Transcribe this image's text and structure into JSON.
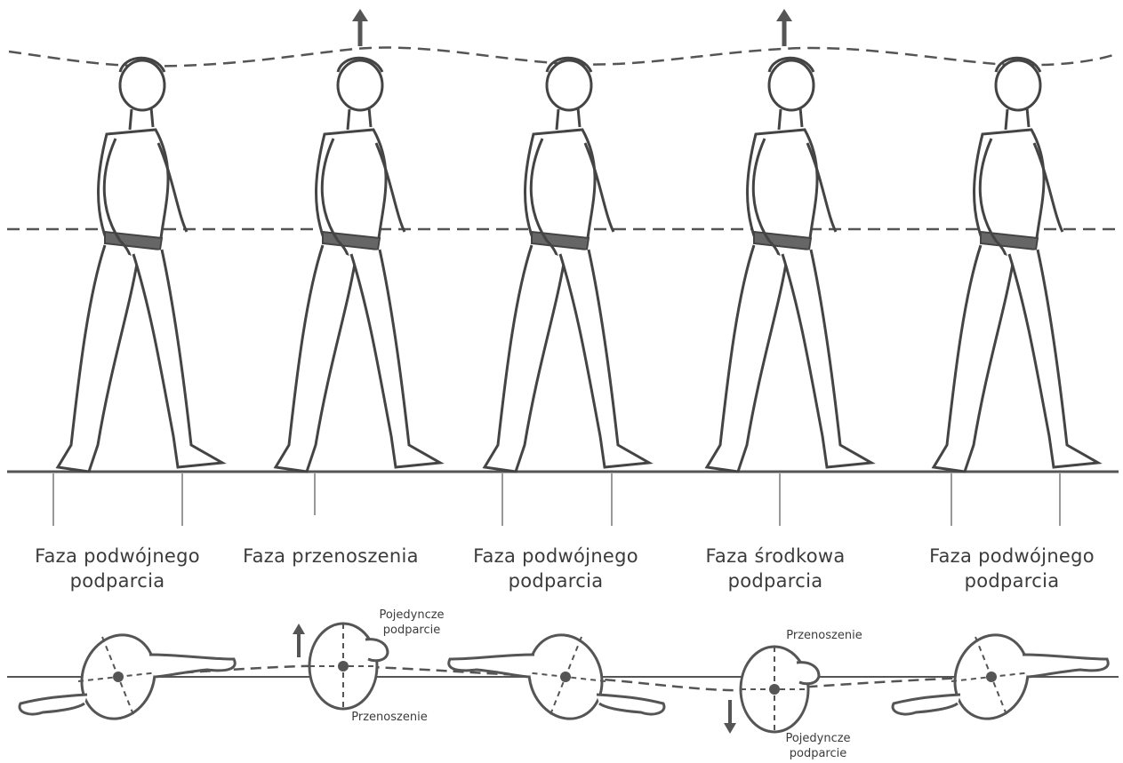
{
  "phases": [
    {
      "line1": "Faza podwójnego",
      "line2": "podparcia"
    },
    {
      "line1": "Faza przenoszenia",
      "line2": ""
    },
    {
      "line1": "Faza podwójnego",
      "line2": "podparcia"
    },
    {
      "line1": "Faza środkowa",
      "line2": "podparcia"
    },
    {
      "line1": "Faza podwójnego",
      "line2": "podparcia"
    }
  ],
  "foot_labels": {
    "single_support_a_line1": "Pojedyncze",
    "single_support_a_line2": "podparcie",
    "swing_a": "Przenoszenie",
    "swing_b": "Przenoszenie",
    "single_support_b_line1": "Pojedyncze",
    "single_support_b_line2": "podparcie"
  },
  "colors": {
    "line": "#555555",
    "band": "#666666"
  }
}
